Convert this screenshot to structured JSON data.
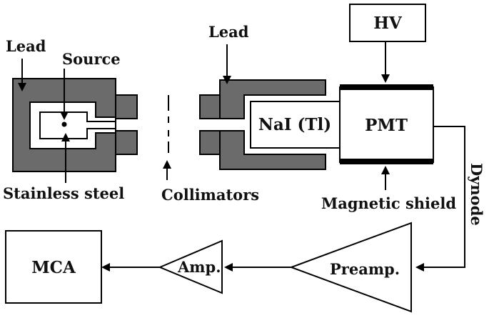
{
  "labels": {
    "lead_left": "Lead",
    "source": "Source",
    "lead_right": "Lead",
    "hv": "HV",
    "nai": "NaI (Tl)",
    "pmt": "PMT",
    "dynode": "Dynode",
    "stainless_steel": "Stainless steel",
    "collimators": "Collimators",
    "magnetic_shield": "Magnetic shield",
    "mca": "MCA",
    "amp": "Amp.",
    "preamp": "Preamp."
  },
  "colors": {
    "lead_fill": "#6b6b6b",
    "line": "#000000",
    "background": "#ffffff"
  }
}
